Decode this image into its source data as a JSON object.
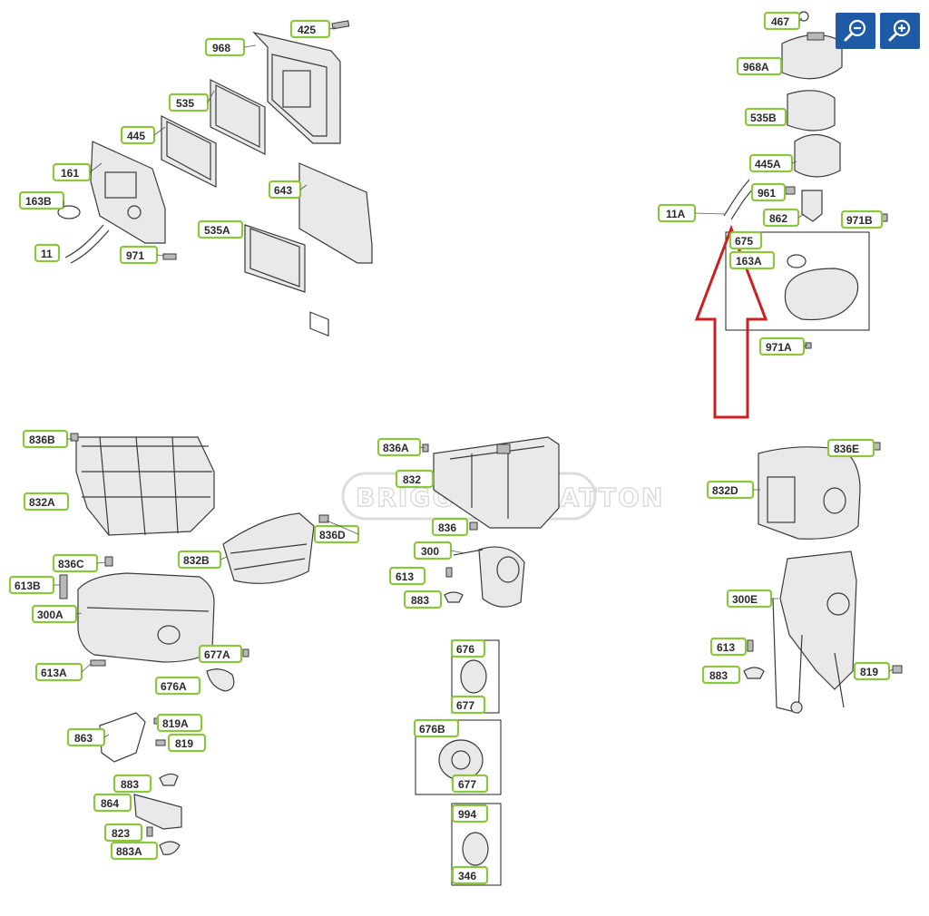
{
  "toolbar": {
    "zoom_out_icon": "zoom-out-icon",
    "zoom_in_icon": "zoom-in-icon",
    "button_color": "#1f5aa6"
  },
  "watermark": {
    "text": "BRIGGS&STRATTON"
  },
  "colors": {
    "label_border": "#8cc63f",
    "arrow": "#cc1f1f"
  },
  "labels": {
    "l425": "425",
    "l968": "968",
    "l535": "535",
    "l445": "445",
    "l161": "161",
    "l163B": "163B",
    "l11": "11",
    "l971": "971",
    "l643": "643",
    "l535A": "535A",
    "l467": "467",
    "l968A": "968A",
    "l535B": "535B",
    "l445A": "445A",
    "l961": "961",
    "l11A": "11A",
    "l862": "862",
    "l971B": "971B",
    "l675": "675",
    "l163A": "163A",
    "l971A": "971A",
    "l836B": "836B",
    "l832A": "832A",
    "l832B": "832B",
    "l836D": "836D",
    "l836C": "836C",
    "l613B": "613B",
    "l300A": "300A",
    "l613A": "613A",
    "l677A": "677A",
    "l676A": "676A",
    "l863": "863",
    "l819A": "819A",
    "l819": "819",
    "l883": "883",
    "l864": "864",
    "l823": "823",
    "l883A": "883A",
    "l836A": "836A",
    "l832": "832",
    "l836": "836",
    "l300": "300",
    "l613": "613",
    "l883b": "883",
    "l676": "676",
    "l677": "677",
    "l676B": "676B",
    "l677b": "677",
    "l994": "994",
    "l346": "346",
    "l836E": "836E",
    "l832D": "832D",
    "l300E": "300E",
    "l613c": "613",
    "l883c": "883",
    "l819b": "819"
  }
}
